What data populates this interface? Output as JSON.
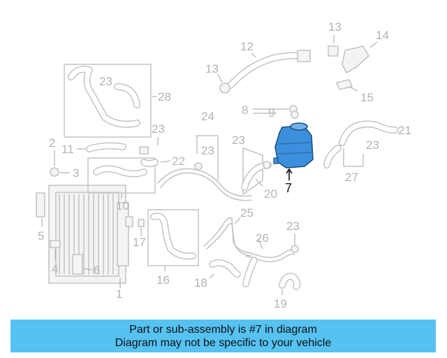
{
  "diagram": {
    "callouts": [
      "1",
      "2",
      "3",
      "4",
      "5",
      "6",
      "7",
      "8",
      "9",
      "10",
      "11",
      "12",
      "13",
      "14",
      "15",
      "16",
      "17",
      "18",
      "19",
      "20",
      "21",
      "22",
      "23",
      "24",
      "25",
      "26",
      "27",
      "28"
    ],
    "highlighted_callout": "7",
    "highlight_color": "#3c8fdc",
    "banner_color": "#55c2f2"
  },
  "banner": {
    "line1": "Part or sub-assembly is #7 in diagram",
    "line2": "Diagram may not be specific to your vehicle"
  }
}
